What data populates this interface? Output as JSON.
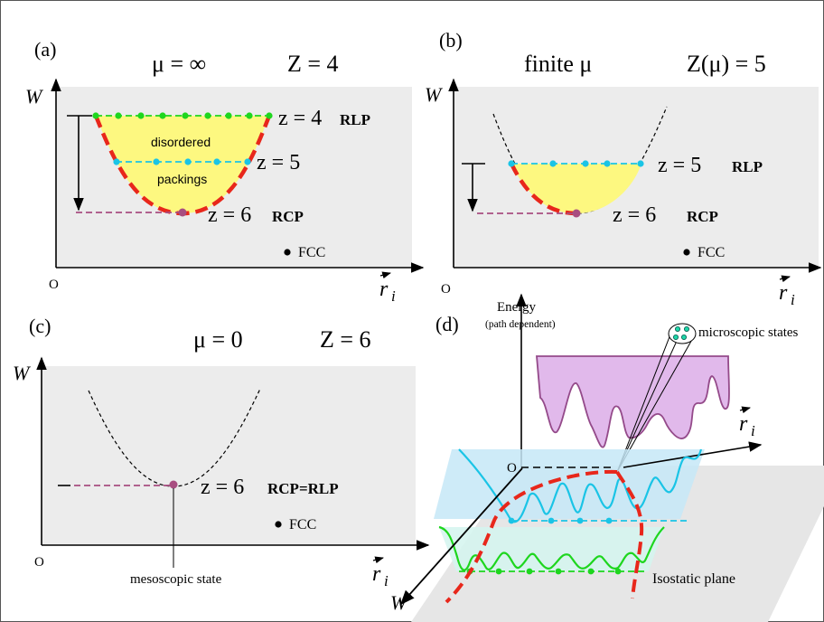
{
  "panels": {
    "a": {
      "tag": "(a)",
      "title_left": "μ = ∞",
      "title_right": "Z = 4",
      "y_axis": "W",
      "x_axis": "r_i",
      "origin": "O",
      "levels": [
        {
          "z_label": "z = 4",
          "tag": "RLP"
        },
        {
          "z_label": "z = 5",
          "tag": ""
        },
        {
          "z_label": "z = 6",
          "tag": "RCP"
        }
      ],
      "region_text": [
        "disordered",
        "packings"
      ],
      "fcc": "FCC"
    },
    "b": {
      "tag": "(b)",
      "title_left": "finite μ",
      "title_right": "Z(μ) = 5",
      "y_axis": "W",
      "x_axis": "r_i",
      "origin": "O",
      "levels": [
        {
          "z_label": "z = 5",
          "tag": "RLP"
        },
        {
          "z_label": "z = 6",
          "tag": "RCP"
        }
      ],
      "fcc": "FCC"
    },
    "c": {
      "tag": "(c)",
      "title_left": "μ = 0",
      "title_right": "Z = 6",
      "y_axis": "W",
      "x_axis": "r_i",
      "origin": "O",
      "levels": [
        {
          "z_label": "z = 6",
          "tag": "RCP=RLP"
        }
      ],
      "fcc": "FCC",
      "annotation": "mesoscopic state"
    },
    "d": {
      "tag": "(d)",
      "energy_label": "Energy",
      "energy_sub": "(path dependent)",
      "callout": "microscopic states",
      "origin": "O",
      "x_axis": "r_i",
      "w_axis": "W",
      "plane_label": "Isostatic plane"
    }
  },
  "colors": {
    "panel_bg": "#ececec",
    "fill": "#fdf880",
    "envelope": "#e8271b",
    "green": "#1ed61e",
    "cyan": "#1ac4e6",
    "mauve": "#a84d80",
    "purple_fill": "#d9a8e6",
    "purple_line": "#944a8a",
    "blue_fill": "#c6e8f7",
    "green_fill": "#d4f5ee"
  }
}
